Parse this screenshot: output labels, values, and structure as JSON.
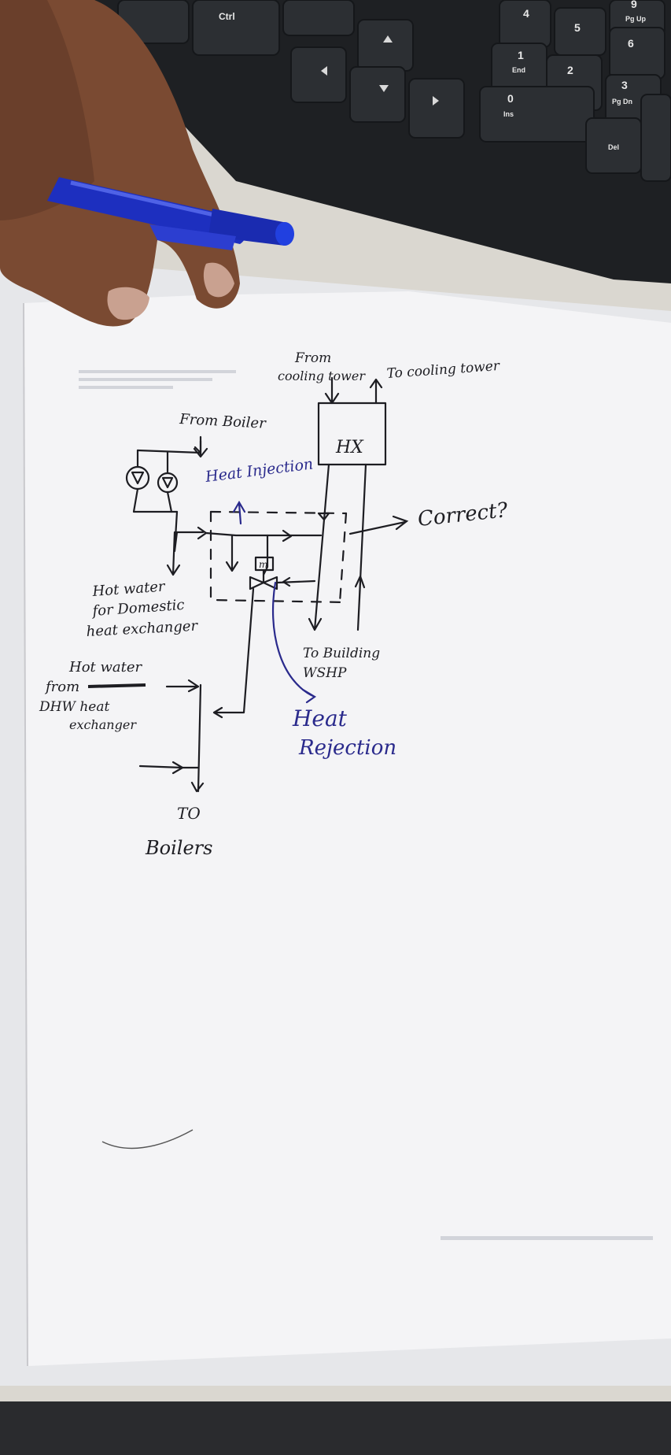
{
  "keyboard": {
    "keys": [
      {
        "label": "Ctrl"
      },
      {
        "label": "4"
      },
      {
        "label": "5"
      },
      {
        "label": "9"
      },
      {
        "label": "Pg Up"
      },
      {
        "label": "6"
      },
      {
        "label": "1"
      },
      {
        "label": "End"
      },
      {
        "label": "2"
      },
      {
        "label": "0"
      },
      {
        "label": "Ins"
      },
      {
        "label": "3"
      },
      {
        "label": "Pg Dn"
      },
      {
        "label": "Del"
      }
    ]
  },
  "sketch": {
    "from_cooling_tower_line1": "From",
    "from_cooling_tower_line2": "cooling tower",
    "to_cooling_tower": "To cooling tower",
    "hx": "HX",
    "from_boiler": "From Boiler",
    "heat_injection": "Heat Injection",
    "correct": "Correct?",
    "valve_actuator": "m",
    "hot_water_domestic_line1": "Hot water",
    "hot_water_domestic_line2": "for Domestic",
    "hot_water_domestic_line3": "heat exchanger",
    "to_building_line1": "To Building",
    "to_building_line2": "WSHP",
    "hot_water_from_line1": "Hot water",
    "hot_water_from_line2": "from",
    "hot_water_from_line3": "DHW heat",
    "hot_water_from_line4": "exchanger",
    "heat_rejection_line1": "Heat",
    "heat_rejection_line2": "Rejection",
    "to_boilers_line1": "TO",
    "to_boilers_line2": "Boilers"
  },
  "colors": {
    "ink_black": "#1d1d22",
    "ink_blue": "#2a2a8c",
    "paper": "#f4f4f6",
    "keyboard": "#1f2124",
    "pen_blue": "#1d2fbf"
  }
}
